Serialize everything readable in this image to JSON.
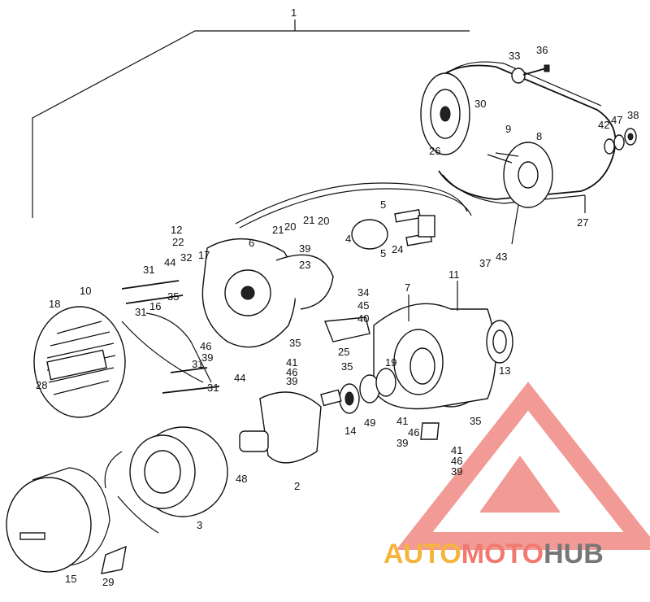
{
  "diagram": {
    "callouts": [
      {
        "id": "c1",
        "text": "1"
      },
      {
        "id": "c2",
        "text": "2"
      },
      {
        "id": "c3",
        "text": "3"
      },
      {
        "id": "c4",
        "text": "4"
      },
      {
        "id": "c5a",
        "text": "5"
      },
      {
        "id": "c5b",
        "text": "5"
      },
      {
        "id": "c6",
        "text": "6"
      },
      {
        "id": "c7",
        "text": "7"
      },
      {
        "id": "c8",
        "text": "8"
      },
      {
        "id": "c9",
        "text": "9"
      },
      {
        "id": "c10",
        "text": "10"
      },
      {
        "id": "c11",
        "text": "11"
      },
      {
        "id": "c12",
        "text": "12"
      },
      {
        "id": "c13",
        "text": "13"
      },
      {
        "id": "c14",
        "text": "14"
      },
      {
        "id": "c15",
        "text": "15"
      },
      {
        "id": "c16",
        "text": "16"
      },
      {
        "id": "c17",
        "text": "17"
      },
      {
        "id": "c18",
        "text": "18"
      },
      {
        "id": "c19",
        "text": "19"
      },
      {
        "id": "c20a",
        "text": "20"
      },
      {
        "id": "c20b",
        "text": "20"
      },
      {
        "id": "c21a",
        "text": "21"
      },
      {
        "id": "c21b",
        "text": "21"
      },
      {
        "id": "c22",
        "text": "22"
      },
      {
        "id": "c23",
        "text": "23"
      },
      {
        "id": "c24",
        "text": "24"
      },
      {
        "id": "c25",
        "text": "25"
      },
      {
        "id": "c26",
        "text": "26"
      },
      {
        "id": "c27",
        "text": "27"
      },
      {
        "id": "c28",
        "text": "28"
      },
      {
        "id": "c29",
        "text": "29"
      },
      {
        "id": "c30",
        "text": "30"
      },
      {
        "id": "c31a",
        "text": "31"
      },
      {
        "id": "c31b",
        "text": "31"
      },
      {
        "id": "c31c",
        "text": "31"
      },
      {
        "id": "c31d",
        "text": "31"
      },
      {
        "id": "c32",
        "text": "32"
      },
      {
        "id": "c33",
        "text": "33"
      },
      {
        "id": "c34",
        "text": "34"
      },
      {
        "id": "c35a",
        "text": "35"
      },
      {
        "id": "c35b",
        "text": "35"
      },
      {
        "id": "c35c",
        "text": "35"
      },
      {
        "id": "c35d",
        "text": "35"
      },
      {
        "id": "c36",
        "text": "36"
      },
      {
        "id": "c37",
        "text": "37"
      },
      {
        "id": "c38",
        "text": "38"
      },
      {
        "id": "c39a",
        "text": "39"
      },
      {
        "id": "c39b",
        "text": "39"
      },
      {
        "id": "c39c",
        "text": "39"
      },
      {
        "id": "c39d",
        "text": "39"
      },
      {
        "id": "c39e",
        "text": "39"
      },
      {
        "id": "c40",
        "text": "40"
      },
      {
        "id": "c41a",
        "text": "41"
      },
      {
        "id": "c41b",
        "text": "41"
      },
      {
        "id": "c41c",
        "text": "41"
      },
      {
        "id": "c42",
        "text": "42"
      },
      {
        "id": "c43",
        "text": "43"
      },
      {
        "id": "c44a",
        "text": "44"
      },
      {
        "id": "c44b",
        "text": "44"
      },
      {
        "id": "c45",
        "text": "45"
      },
      {
        "id": "c46a",
        "text": "46"
      },
      {
        "id": "c46b",
        "text": "46"
      },
      {
        "id": "c46c",
        "text": "46"
      },
      {
        "id": "c46d",
        "text": "46"
      },
      {
        "id": "c47",
        "text": "47"
      },
      {
        "id": "c48",
        "text": "48"
      },
      {
        "id": "c49",
        "text": "49"
      }
    ]
  },
  "watermark": {
    "part1": "AUTO",
    "part2": "MOTO",
    "part3": "HUB",
    "color1": "#f5b53c",
    "color2": "#f07a70",
    "color3": "#777777",
    "triangle_color": "#f08a84"
  }
}
